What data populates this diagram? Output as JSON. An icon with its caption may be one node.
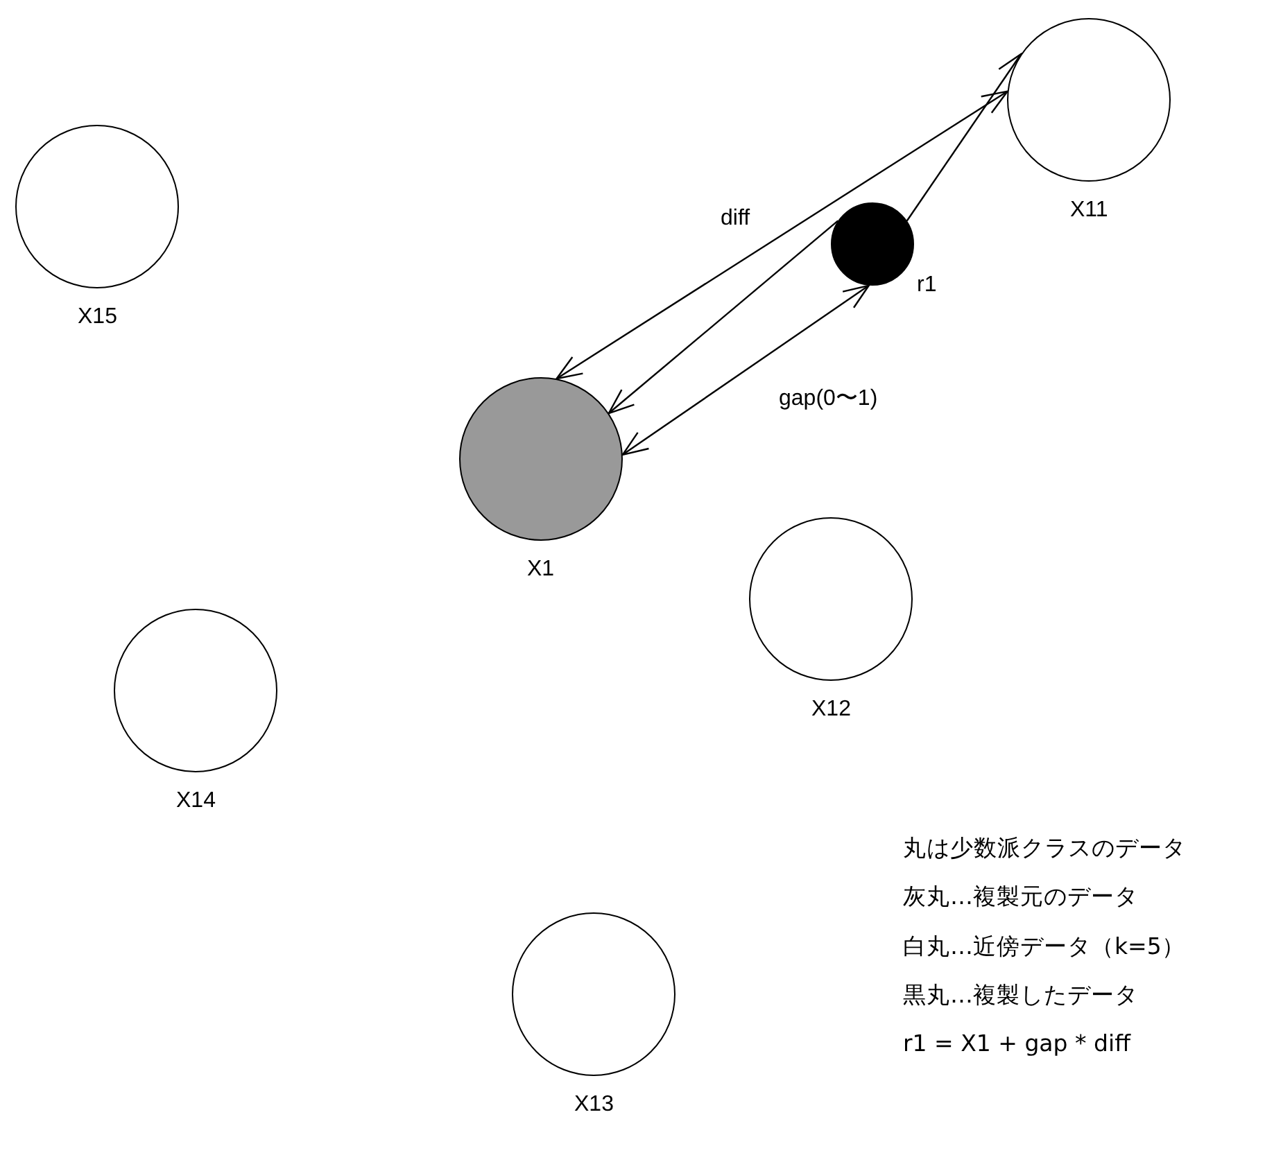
{
  "diagram": {
    "nodes": [
      {
        "text": [],
        "shape": "circle",
        "beside": [
          "X11"
        ]
      },
      {
        "text": [],
        "shape": "circle",
        "beside": [
          "X15"
        ]
      },
      {
        "text": [],
        "shape": "circle",
        "beside": [
          "r1"
        ]
      },
      {
        "text": [],
        "shape": "circle",
        "beside": [
          "X1"
        ]
      },
      {
        "text": [],
        "shape": "circle",
        "beside": [
          "X12"
        ]
      },
      {
        "text": [],
        "shape": "circle",
        "beside": [
          "X14"
        ]
      },
      {
        "text": [],
        "shape": "circle",
        "beside": [
          "X13"
        ]
      }
    ],
    "edges": [
      {
        "from": 3,
        "to": 0,
        "arrow": "both",
        "label": "diff"
      },
      {
        "from": 2,
        "to": 0,
        "arrow": "to"
      },
      {
        "from": 2,
        "to": 3,
        "arrow": "to"
      },
      {
        "from": 3,
        "to": 2,
        "arrow": "both",
        "label": "gap(0〜1)"
      }
    ],
    "labels": [
      "丸は少数派クラスのデータ",
      "灰丸…複製元のデータ",
      "白丸…近傍データ（k=5）",
      "黒丸…複製したデータ",
      "r1 = X1 + gap * diff"
    ]
  }
}
